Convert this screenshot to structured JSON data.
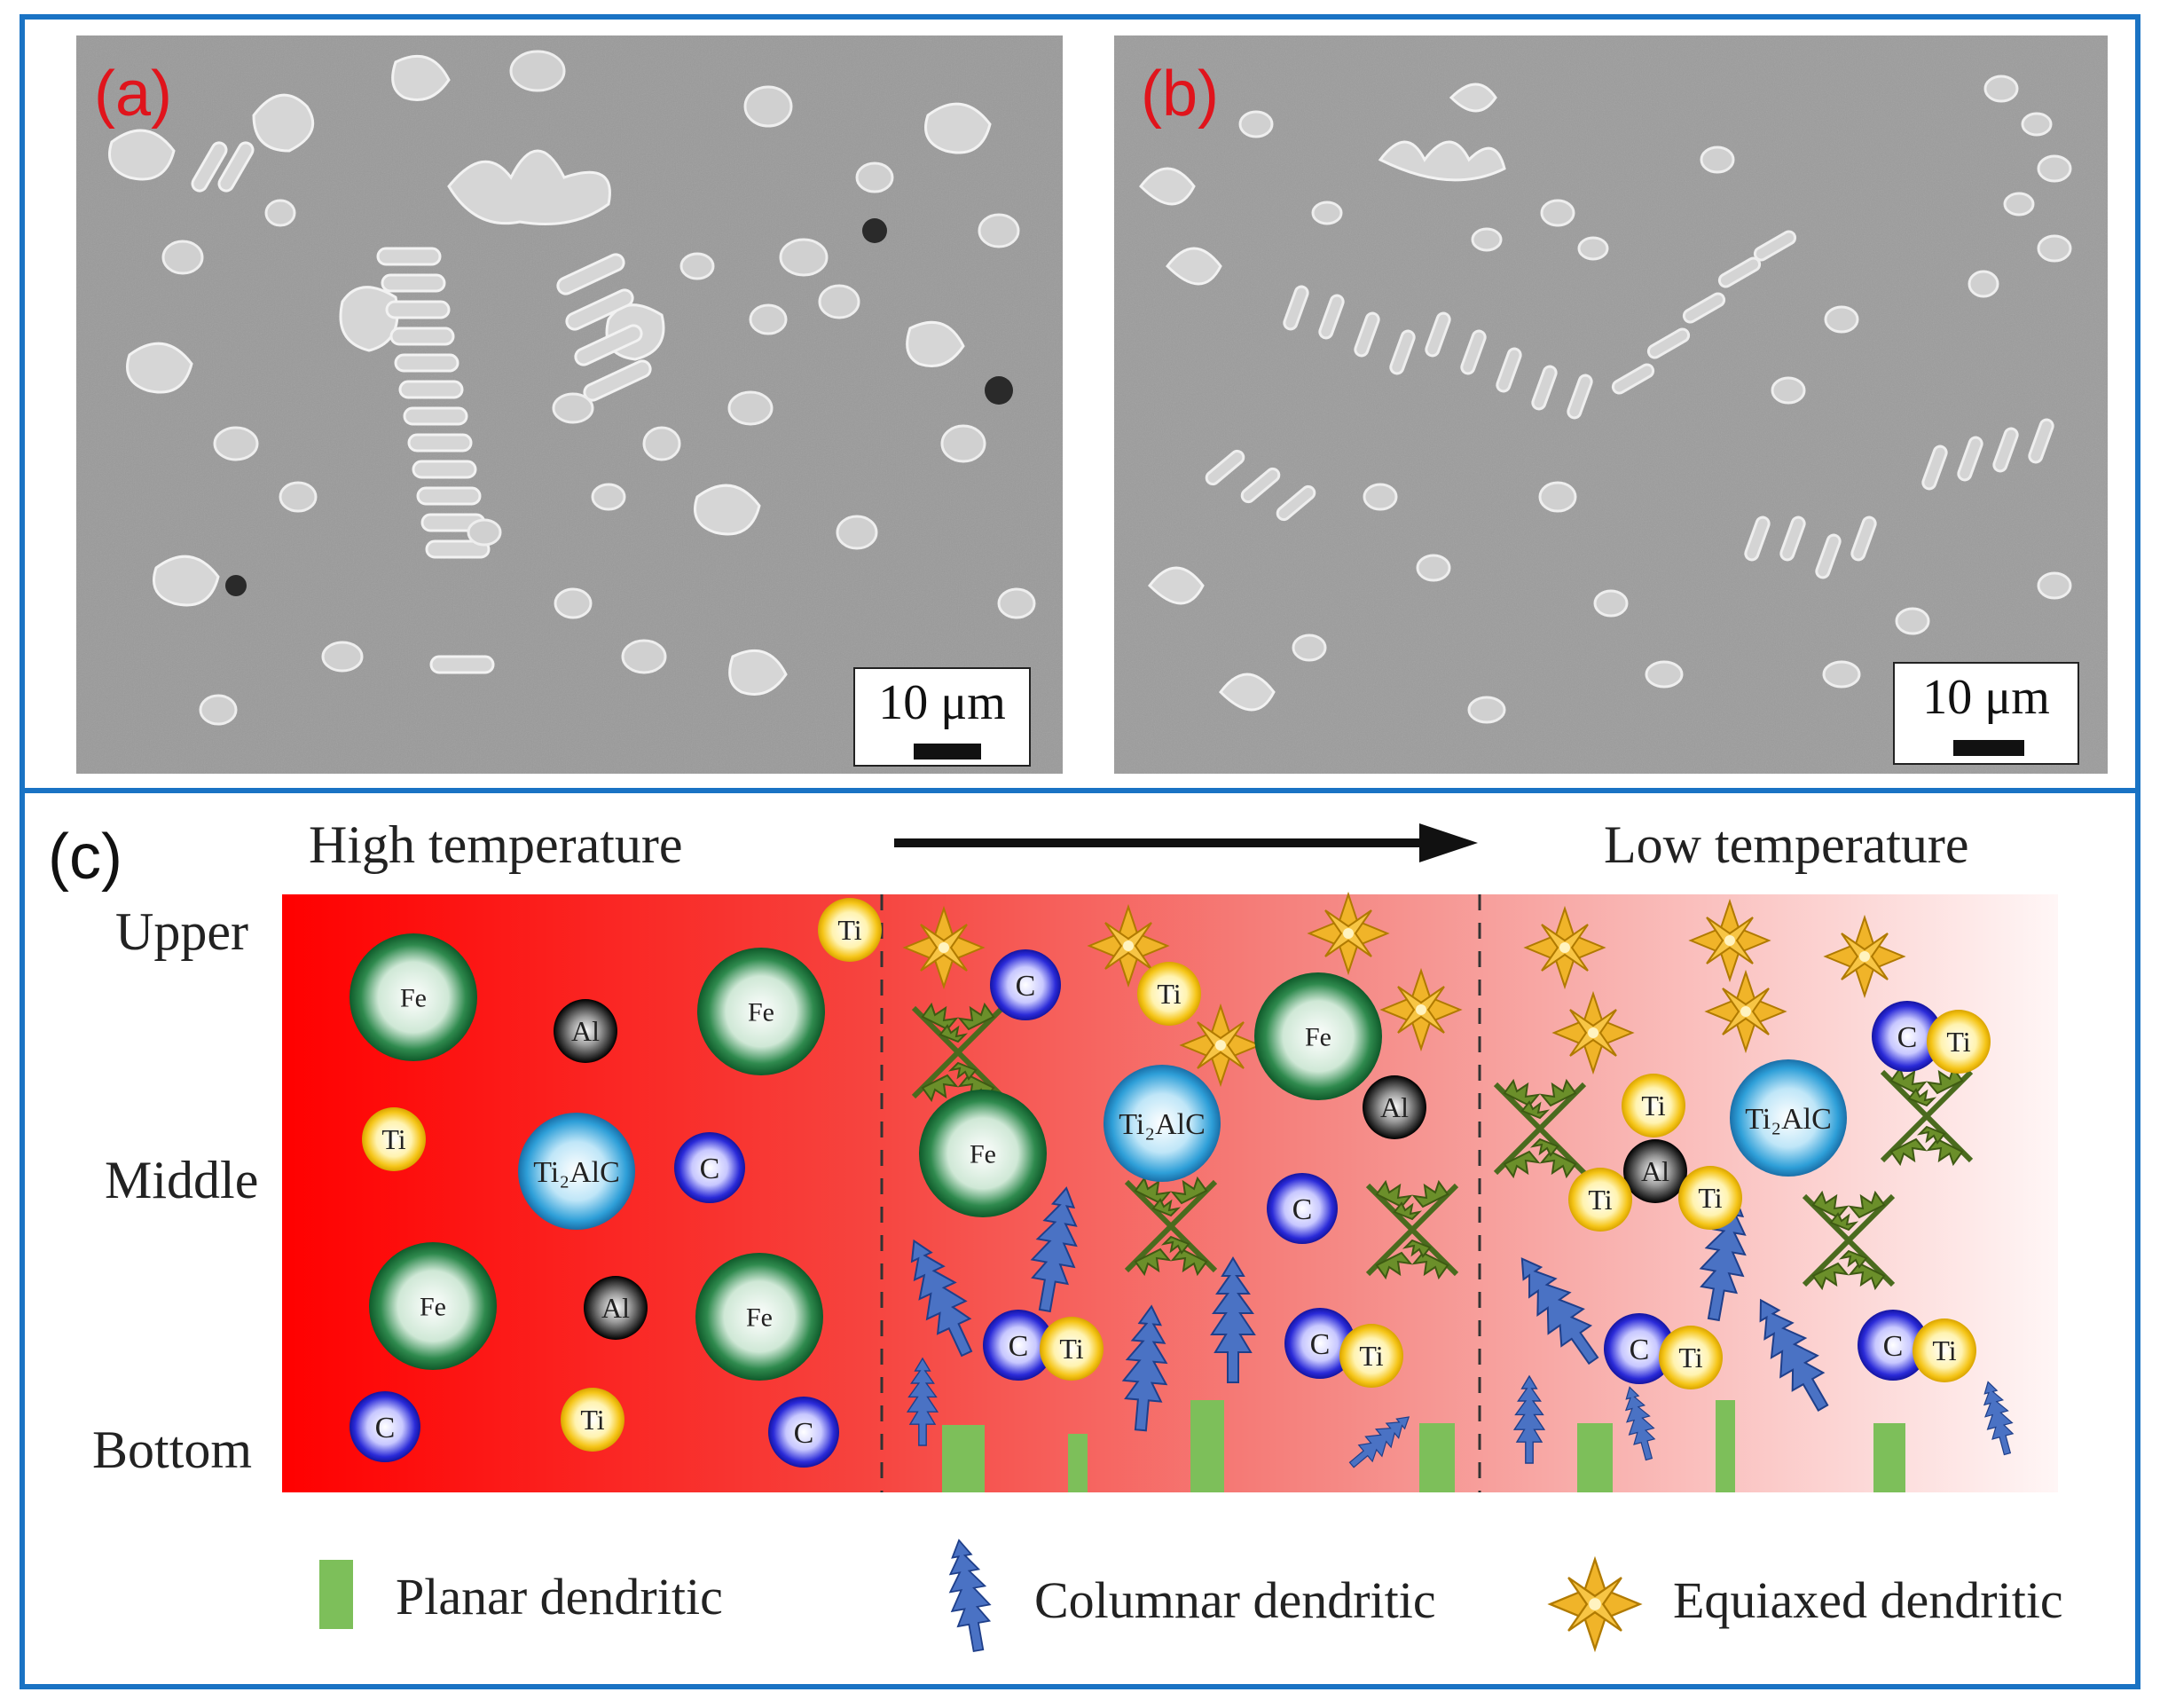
{
  "panels": {
    "a": {
      "label": "(a)",
      "scale": "10 μm"
    },
    "b": {
      "label": "(b)",
      "scale": "10 μm"
    },
    "c": {
      "label": "(c)"
    }
  },
  "temperature": {
    "high": "High temperature",
    "low": "Low temperature"
  },
  "rows": {
    "upper": "Upper",
    "middle": "Middle",
    "bottom": "Bottom"
  },
  "particles": {
    "fe": "Fe",
    "al": "Al",
    "ti": "Ti",
    "c": "C",
    "ti2alc": "Ti₂AlC"
  },
  "legend": {
    "planar": "Planar dendritic",
    "columnar": "Columnar dendritic",
    "equiaxed": "Equiaxed dendritic"
  },
  "colors": {
    "frame": "#1a73c4",
    "panel_label": "#e0141c",
    "hot": "#ff0000",
    "planar": "#7dbf5a",
    "columnar": "#4a72c4",
    "equiaxed": "#f0b429",
    "fe": "#1f7a3e",
    "c": "#2a2ad8",
    "ti": "#f5c518",
    "ti2alc": "#2e9fd8",
    "al": "#222222"
  }
}
